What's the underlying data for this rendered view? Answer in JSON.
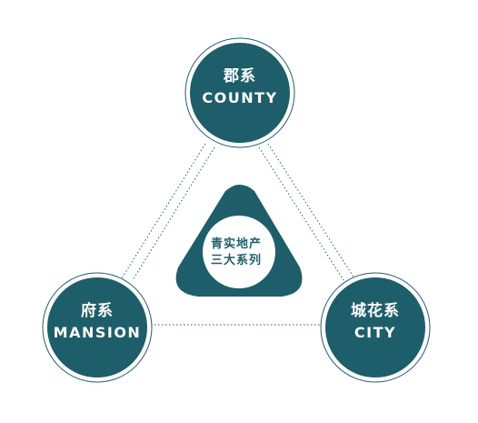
{
  "nodes": {
    "county": {
      "cn": "郡系",
      "en": "COUNTY"
    },
    "mansion": {
      "cn": "府系",
      "en": "MANSION"
    },
    "city": {
      "cn": "城花系",
      "en": "CITY"
    }
  },
  "center": {
    "line1": "青实地产",
    "line2": "三大系列"
  },
  "colors": {
    "primary": "#1e5e6a",
    "ring": "#1e5e6a",
    "background": "#ffffff"
  }
}
